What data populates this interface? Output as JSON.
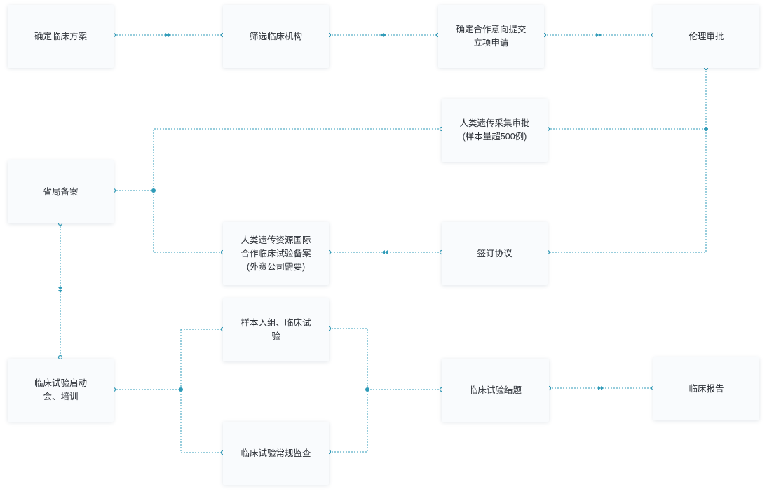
{
  "colors": {
    "line": "#2f9bb8",
    "node_bg": "#f9fbfd",
    "text": "#2b2f36"
  },
  "nodes": {
    "n1": "确定临床方案",
    "n2": "筛选临床机构",
    "n3": "确定合作意向提交\n立项申请",
    "n4": "伦理审批",
    "n5": "人类遗传采集审批\n(样本量超500例)",
    "n6": "省局备案",
    "n7": "人类遗传资源国际\n合作临床试验备案\n(外资公司需要)",
    "n8": "签订协议",
    "n9": "样本入组、临床试\n验",
    "n10": "临床试验启动\n会、培训",
    "n11": "临床试验结题",
    "n12": "临床报告",
    "n13": "临床试验常规监查"
  }
}
